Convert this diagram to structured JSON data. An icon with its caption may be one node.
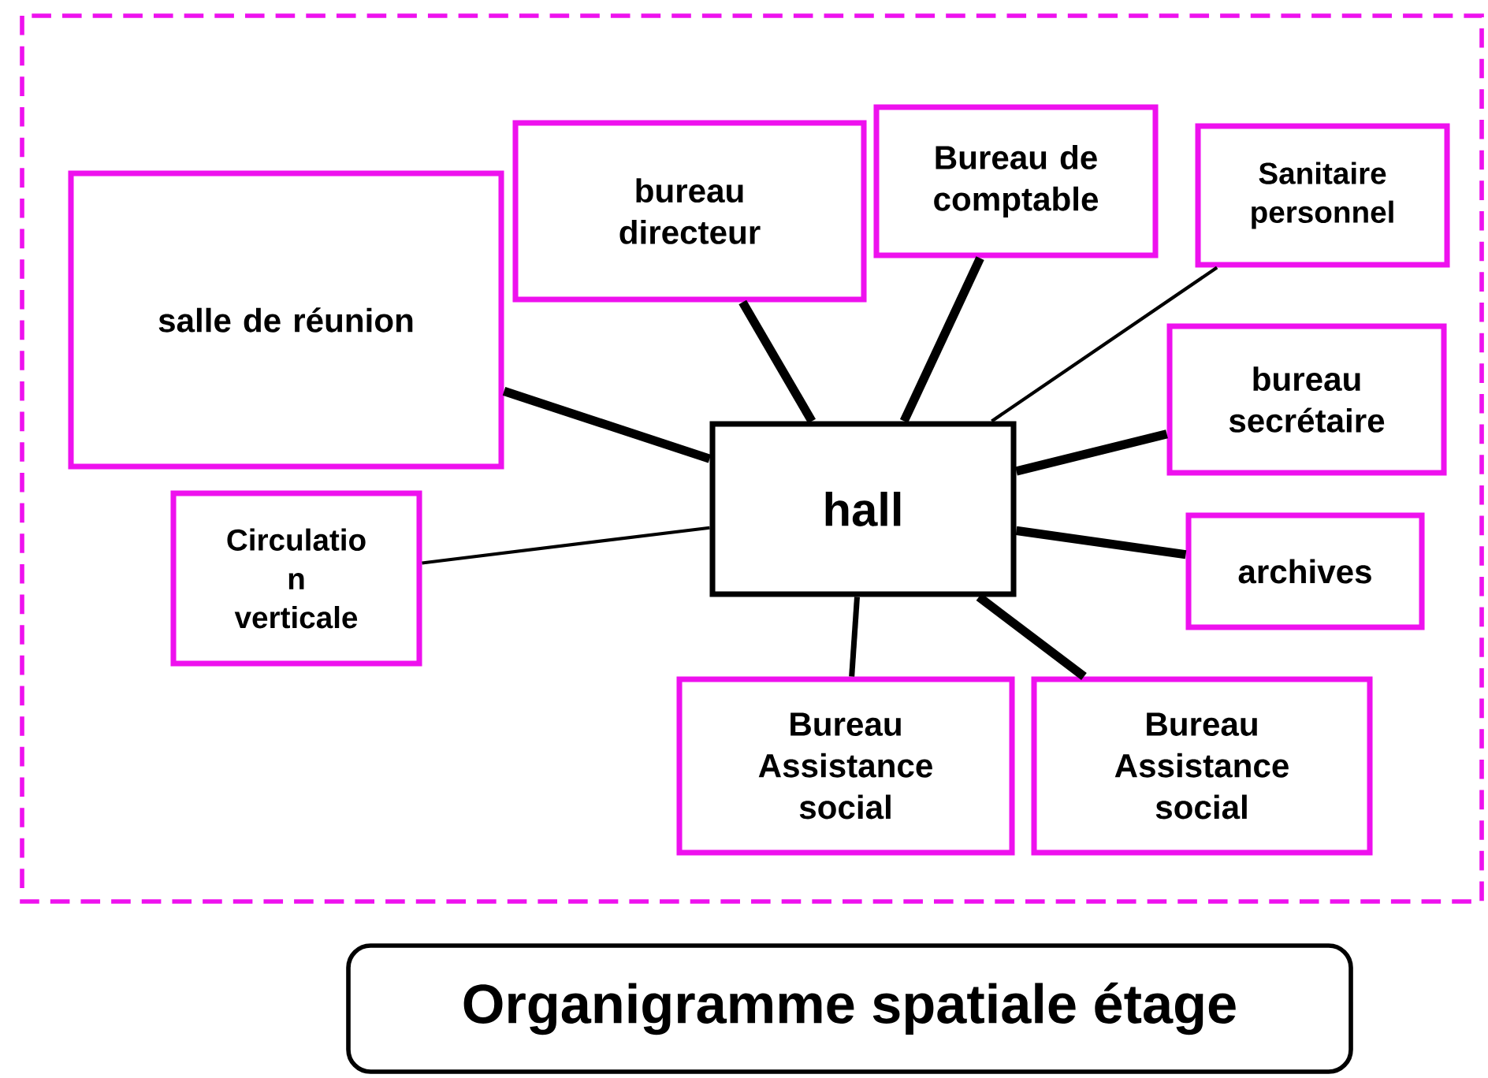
{
  "diagram": {
    "title": "Organigramme spatiale étage",
    "nodes": [
      {
        "text": [
          "salle de réunion"
        ]
      },
      {
        "text": [
          "bureau directeur"
        ]
      },
      {
        "text": [
          "Bureau de comptable"
        ]
      },
      {
        "text": [
          "Sanitaire personnel"
        ]
      },
      {
        "text": [
          "bureau secrétaire"
        ]
      },
      {
        "text": [
          "hall"
        ]
      },
      {
        "text": [
          "Circulatio n verticale"
        ]
      },
      {
        "text": [
          "archives"
        ]
      },
      {
        "text": [
          "Bureau Assistance social"
        ]
      },
      {
        "text": [
          "Bureau Assistance social"
        ]
      }
    ],
    "edges": [
      {
        "from": 5,
        "to": 0,
        "arrow": "none"
      },
      {
        "from": 5,
        "to": 1,
        "arrow": "none"
      },
      {
        "from": 5,
        "to": 2,
        "arrow": "none"
      },
      {
        "from": 5,
        "to": 3,
        "arrow": "none"
      },
      {
        "from": 5,
        "to": 4,
        "arrow": "none"
      },
      {
        "from": 5,
        "to": 6,
        "arrow": "none"
      },
      {
        "from": 5,
        "to": 7,
        "arrow": "none"
      },
      {
        "from": 5,
        "to": 8,
        "arrow": "none"
      },
      {
        "from": 5,
        "to": 9,
        "arrow": "none"
      }
    ]
  }
}
